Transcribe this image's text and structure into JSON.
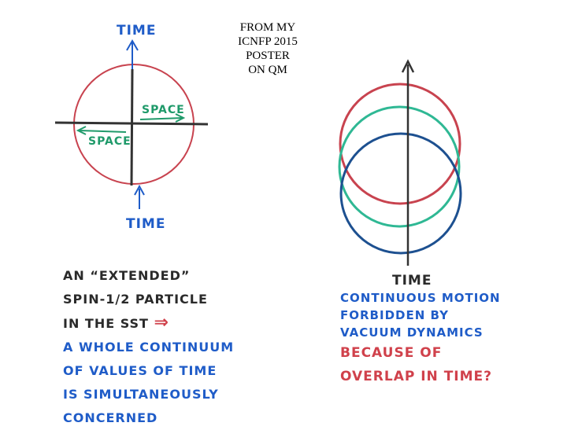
{
  "caption": {
    "lines": [
      "FROM MY",
      "ICNFP 2015",
      "POSTER",
      "ON QM"
    ]
  },
  "left_diagram": {
    "top_label": "TIME",
    "bottom_label": "TIME",
    "space_right": "SPACE",
    "space_left": "SPACE"
  },
  "right_diagram": {
    "time_label": "TIME"
  },
  "left_notes": {
    "black_lines": [
      "AN “EXTENDED”",
      "SPIN-1/2 PARTICLE",
      "IN THE SST"
    ],
    "implies_symbol": "⇒",
    "blue_lines": [
      "A WHOLE CONTINUUM",
      "OF VALUES OF TIME",
      "IS SIMULTANEOUSLY",
      "CONCERNED"
    ]
  },
  "right_notes": {
    "blue_lines": [
      "CONTINUOUS MOTION",
      "FORBIDDEN BY",
      "VACUUM DYNAMICS"
    ],
    "red_lines": [
      "BECAUSE OF",
      "OVERLAP IN TIME?"
    ]
  },
  "colors": {
    "red_circle": "#c8434f",
    "green_circle": "#2fb894",
    "blue_circle": "#1d5090",
    "green_ink": "#1f9a6a",
    "blue_ink": "#1f5cc8",
    "red_ink": "#d0414b",
    "axis": "#333333",
    "black_ink": "#2a2a2a"
  }
}
